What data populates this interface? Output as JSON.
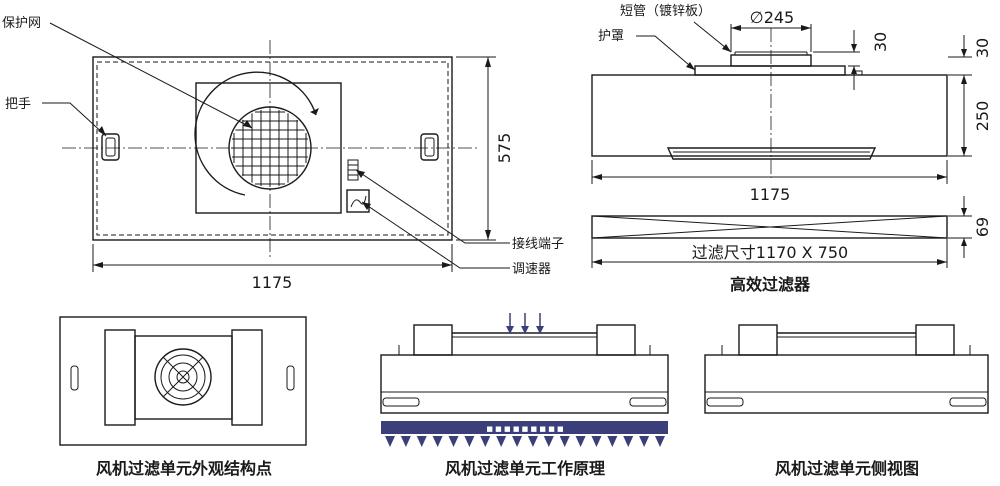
{
  "front_view": {
    "label_guard_mesh": "保护网",
    "label_handle": "把手",
    "label_terminal": "接线端子",
    "label_speed_controller": "调速器",
    "dim_width": "1175",
    "dim_height": "575"
  },
  "side_view": {
    "label_short_pipe": "短管（镀锌板）",
    "label_cover": "护罩",
    "dim_pipe_diameter": "∅245",
    "dim_pipe_height": "30",
    "dim_top": "30",
    "dim_body": "250",
    "dim_width": "1175"
  },
  "hepa_filter": {
    "dim_size": "过滤尺寸1170 X 750",
    "dim_thickness": "69",
    "caption": "高效过滤器"
  },
  "captions": {
    "appearance": "风机过滤单元外观结构点",
    "principle": "风机过滤单元工作原理",
    "side": "风机过滤单元侧视图"
  },
  "principle_view": {
    "airflow_in_arrows": 3,
    "airflow_out_arrows": 18,
    "filter_band_text": "■ ■ ■ ■ ■ ■ ■ ■ ■"
  }
}
